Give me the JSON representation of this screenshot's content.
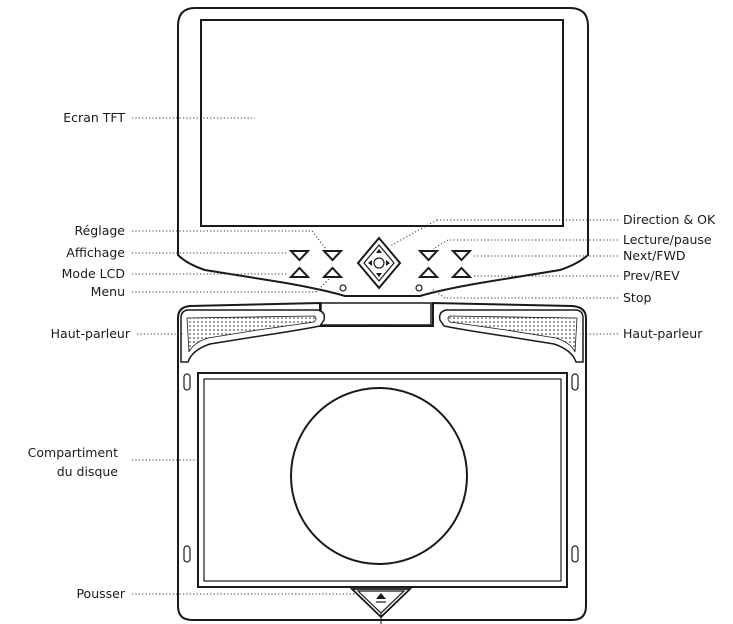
{
  "labels": {
    "screen": "Ecran TFT",
    "setup": "Réglage",
    "display": "Affichage",
    "lcd_mode": "Mode LCD",
    "menu": "Menu",
    "speaker_left": "Haut-parleur",
    "disc_compartment_line1": "Compartiment",
    "disc_compartment_line2": "du disque",
    "push": "Pousser",
    "direction_ok": "Direction & OK",
    "play_pause": "Lecture/pause",
    "next_fwd": "Next/FWD",
    "prev_rev": "Prev/REV",
    "stop": "Stop",
    "speaker_right": "Haut-parleur"
  },
  "colors": {
    "line": "#1a1a1a",
    "text": "#1a1a1a",
    "background": "#ffffff"
  }
}
